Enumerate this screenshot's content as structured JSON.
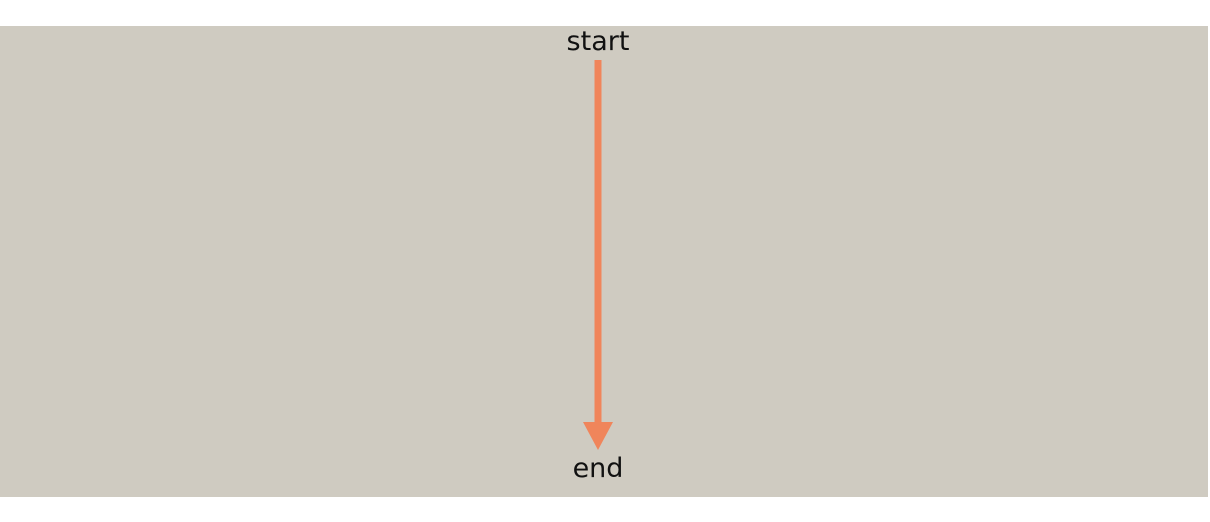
{
  "diagram": {
    "start_label": "start",
    "end_label": "end",
    "background_color": "#cfcbc1",
    "arrow_color": "#f0855b",
    "arrow_direction": "down"
  }
}
